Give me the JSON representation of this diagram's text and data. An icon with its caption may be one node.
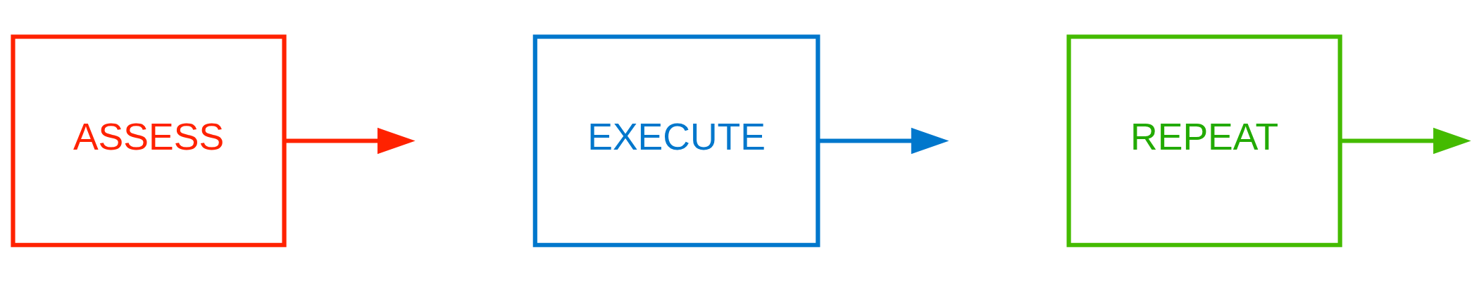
{
  "diagram": {
    "nodes": [
      {
        "text": [
          "ASSESS"
        ]
      },
      {
        "text": [
          "EXECUTE"
        ]
      },
      {
        "text": [
          "REPEAT"
        ]
      }
    ],
    "edges": [
      {
        "from": 0,
        "to": null,
        "arrow": "to",
        "color": "#ff2200"
      },
      {
        "from": 1,
        "to": null,
        "arrow": "to",
        "color": "#0077cc"
      },
      {
        "from": 2,
        "to": null,
        "arrow": "to",
        "color": "#44bb00"
      }
    ]
  }
}
